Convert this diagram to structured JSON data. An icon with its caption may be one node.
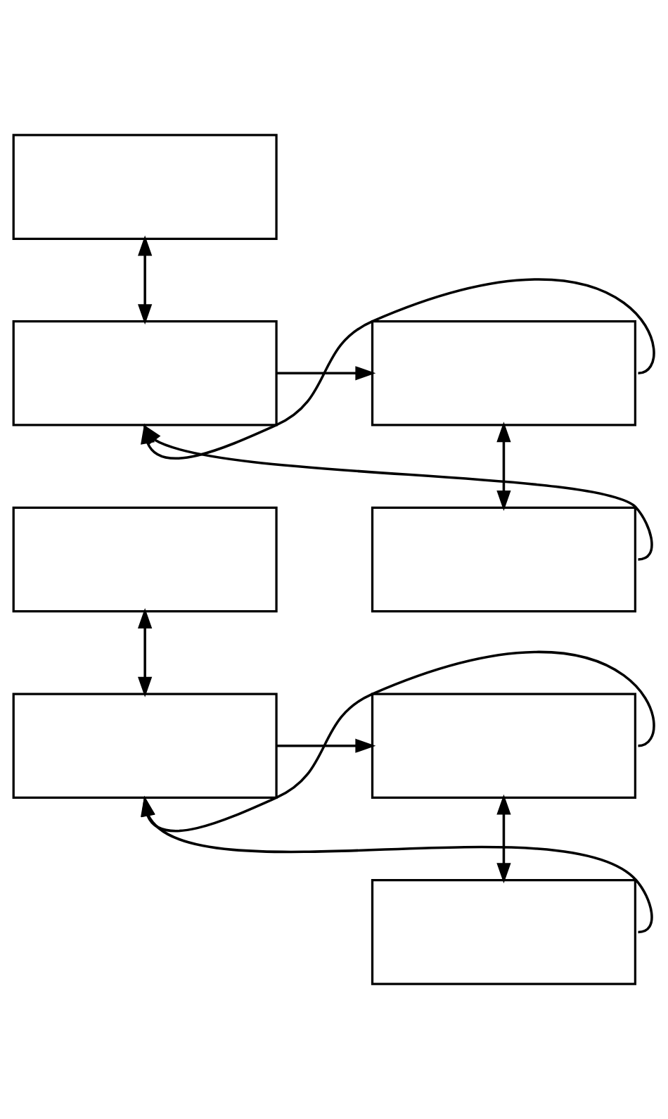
{
  "diagram": {
    "nodes": [
      {
        "text": [],
        "shape": "box"
      },
      {
        "text": [],
        "shape": "box"
      },
      {
        "text": [],
        "shape": "box"
      },
      {
        "text": [],
        "shape": "box"
      },
      {
        "text": [],
        "shape": "box"
      },
      {
        "text": [],
        "shape": "box"
      },
      {
        "text": [],
        "shape": "box"
      },
      {
        "text": [],
        "shape": "box"
      }
    ],
    "edges": [
      {
        "from": 0,
        "to": 1,
        "arrow": "both"
      },
      {
        "from": 1,
        "to": 2,
        "arrow": "to"
      },
      {
        "from": 2,
        "to": 3,
        "arrow": "both"
      },
      {
        "from": 2,
        "to": 1,
        "arrow": "to"
      },
      {
        "from": 3,
        "to": 1,
        "arrow": "to"
      },
      {
        "from": 4,
        "to": 5,
        "arrow": "both"
      },
      {
        "from": 5,
        "to": 6,
        "arrow": "to"
      },
      {
        "from": 6,
        "to": 7,
        "arrow": "both"
      },
      {
        "from": 6,
        "to": 5,
        "arrow": "to"
      },
      {
        "from": 7,
        "to": 5,
        "arrow": "to"
      }
    ]
  }
}
